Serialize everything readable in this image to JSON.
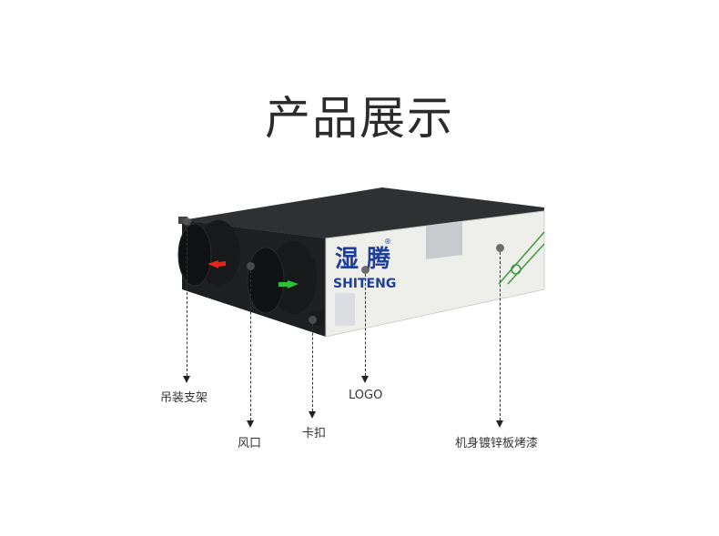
{
  "title": "产品展示",
  "product": {
    "brand_cn": "湿 腾",
    "brand_en": "SHITENG",
    "registered_mark": "®",
    "colors": {
      "top_panel": "#2d2f31",
      "front_panel": "#eeeeea",
      "brand_blue": "#1f3f9a",
      "arrow_red": "#e0271c",
      "arrow_green": "#2fbf3a",
      "stripe_green": "#3a9a3e"
    }
  },
  "callouts": [
    {
      "id": "hanger-bracket",
      "label": "吊装支架"
    },
    {
      "id": "air-port",
      "label": "风口"
    },
    {
      "id": "clip",
      "label": "卡扣"
    },
    {
      "id": "logo",
      "label": "LOGO"
    },
    {
      "id": "body",
      "label": "机身镀锌板烤漆"
    }
  ]
}
